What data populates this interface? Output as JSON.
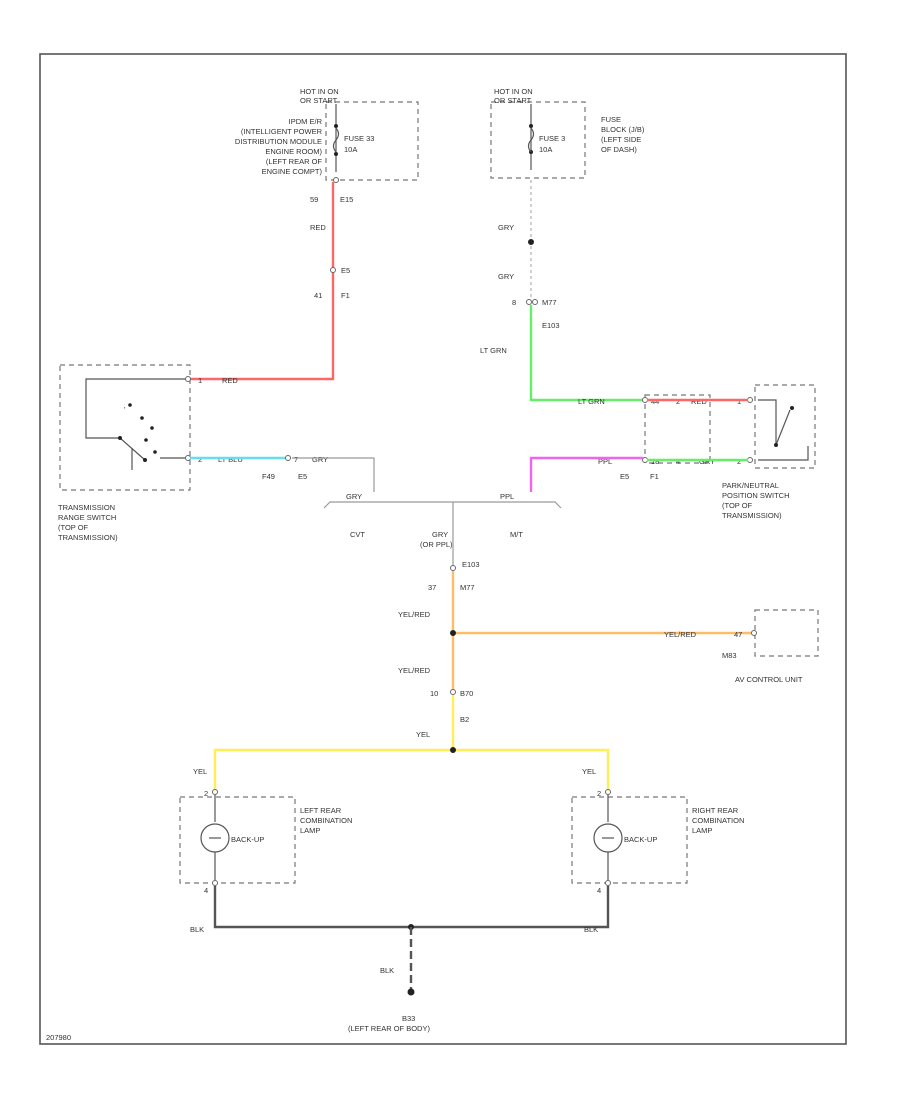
{
  "colors": {
    "red": "#ff6666",
    "lt_grn": "#66ee66",
    "lt_blu": "#66ddee",
    "ppl": "#ee66ee",
    "yel_red": "#ffbb66",
    "yel": "#ffee55",
    "blk": "#555555",
    "gry": "#aaaaaa"
  },
  "fuse_left": {
    "hot_label": [
      "HOT IN ON",
      "OR START"
    ],
    "fuse": [
      "FUSE 33",
      "10A"
    ],
    "desc": [
      "IPDM E/R",
      "(INTELLIGENT POWER",
      "DISTRIBUTION MODULE",
      "ENGINE ROOM)",
      "(LEFT REAR OF",
      "ENGINE COMPT)"
    ],
    "pins": [
      "59",
      "E15"
    ]
  },
  "fuse_right": {
    "hot_label": [
      "HOT IN ON",
      "OR START"
    ],
    "fuse": [
      "FUSE 3",
      "10A"
    ],
    "desc": [
      "FUSE",
      "BLOCK (J/B)",
      "(LEFT SIDE",
      "OF DASH)"
    ]
  },
  "wires_left": {
    "red": "RED",
    "conn": [
      "E5",
      "F1"
    ],
    "pins": [
      "41",
      "F1"
    ]
  },
  "wires_right": {
    "gry1": "GRY",
    "gry2": "GRY",
    "conn": [
      "8",
      "M77"
    ],
    "conn2": "E103",
    "lt_grn": "LT GRN"
  },
  "trs": {
    "name": [
      "TRANSMISSION",
      "RANGE SWITCH",
      "(TOP OF",
      "TRANSMISSION)"
    ],
    "pin1": "1",
    "pin2": "2",
    "w1": "RED",
    "w2": "LT BLU",
    "conn_pin": "7",
    "conn_gry": "GRY",
    "conn_ids": [
      "F49",
      "E5"
    ]
  },
  "pnp": {
    "name": [
      "PARK/NEUTRAL",
      "POSITION SWITCH",
      "(TOP OF",
      "TRANSMISSION)"
    ],
    "pin1": "1",
    "pin2": "2",
    "w_lt_grn": "LT GRN",
    "w_red": "RED",
    "w_ppl": "PPL",
    "w_gry": "GRY",
    "pins_a": [
      "44",
      "2"
    ],
    "pins_b": [
      "18",
      "4"
    ],
    "conn_ids": [
      "E5",
      "F1"
    ]
  },
  "junction": {
    "gry": "GRY",
    "ppl": "PPL",
    "cvt": "CVT",
    "mt": "M/T",
    "mid": [
      "GRY",
      "(OR PPL)"
    ],
    "conn": "E103",
    "pins": [
      "37",
      "M77"
    ],
    "yel_red1": "YEL/RED",
    "yel_red2": "YEL/RED",
    "conn_b": [
      "10",
      "B70"
    ],
    "conn_b2": "B2",
    "yel": "YEL"
  },
  "av": {
    "name": "AV CONTROL UNIT",
    "wire": "YEL/RED",
    "pin": "47",
    "conn": "M83"
  },
  "lamps": {
    "left": {
      "name": [
        "LEFT REAR",
        "COMBINATION",
        "LAMP"
      ],
      "bulb": "BACK-UP",
      "wire_in": "YEL",
      "wire_out": "BLK",
      "pin_top": "2",
      "pin_bot": "4"
    },
    "right": {
      "name": [
        "RIGHT REAR",
        "COMBINATION",
        "LAMP"
      ],
      "bulb": "BACK-UP",
      "wire_in": "YEL",
      "wire_out": "BLK",
      "pin_top": "2",
      "pin_bot": "4"
    }
  },
  "ground": {
    "wire": "BLK",
    "id": "B33",
    "loc": "(LEFT REAR OF BODY)"
  },
  "footer_code": "207980"
}
